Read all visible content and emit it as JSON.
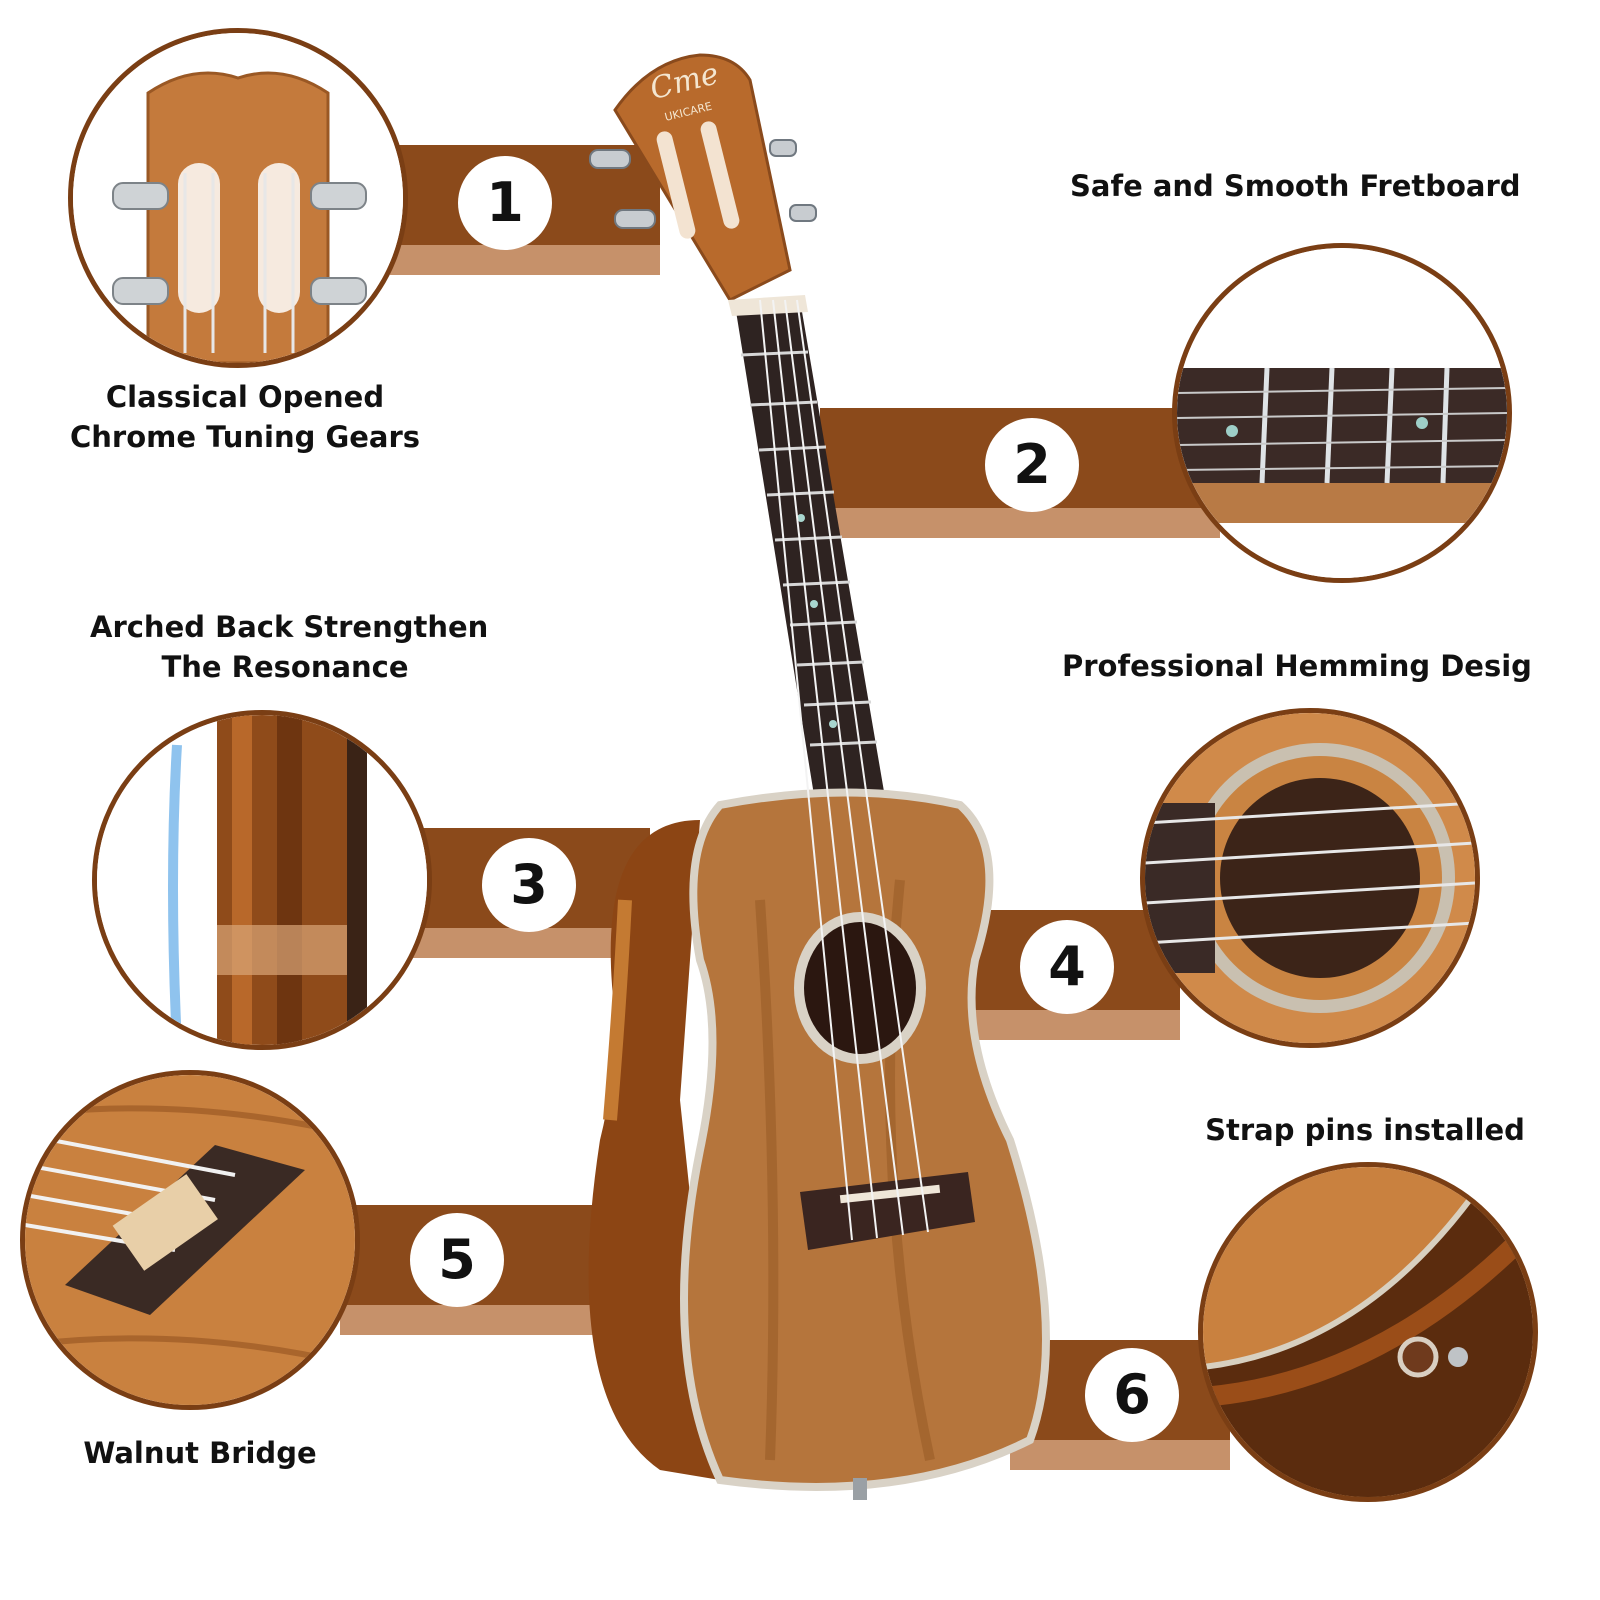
{
  "features": [
    {
      "number": "1",
      "title_lines": [
        "Classical Opened",
        "Chrome Tuning Gears"
      ]
    },
    {
      "number": "2",
      "title_lines": [
        "Safe and Smooth Fretboard"
      ]
    },
    {
      "number": "3",
      "title_lines": [
        "Arched Back Strengthen",
        "The Resonance"
      ]
    },
    {
      "number": "4",
      "title_lines": [
        "Professional Hemming Desig"
      ]
    },
    {
      "number": "5",
      "title_lines": [
        "Walnut Bridge"
      ]
    },
    {
      "number": "6",
      "title_lines": [
        "Strap pins installed"
      ]
    }
  ],
  "brand": {
    "logo": "Cme",
    "sub": "UKICARE"
  },
  "colors": {
    "band": "#8b4a1b",
    "band_shade": "#c6916a",
    "ring": "#7a3e14",
    "wood": "#b06a2c"
  }
}
